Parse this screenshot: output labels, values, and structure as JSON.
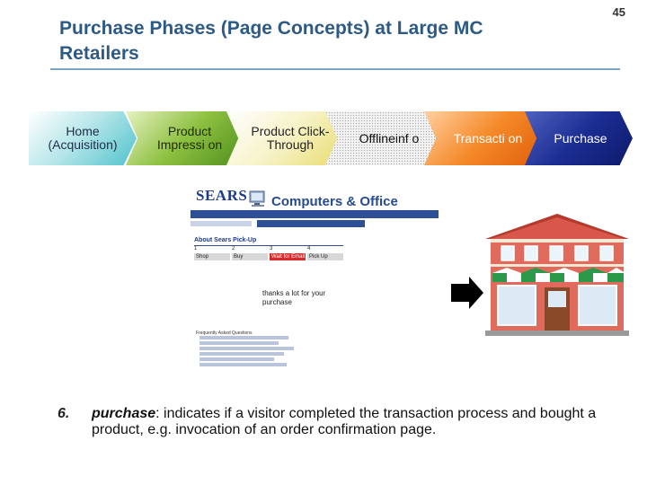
{
  "slide_number": "45",
  "title": "Purchase Phases (Page Concepts) at Large MC Retailers",
  "phases": [
    {
      "label": "Home (Acquisition)"
    },
    {
      "label": "Product Impressi on"
    },
    {
      "label": "Product Click-Through"
    },
    {
      "label": "Offlineinf o"
    },
    {
      "label": "Transacti on"
    },
    {
      "label": "Purchase"
    }
  ],
  "screenshot": {
    "logo": "SEARS",
    "category": "Computers & Office",
    "breadcrumb": "About Sears Pick-Up",
    "steps": [
      {
        "num": "1",
        "label": "Shop"
      },
      {
        "num": "2",
        "label": "Buy"
      },
      {
        "num": "3",
        "label": "Wait for Email"
      },
      {
        "num": "4",
        "label": "Pick Up"
      }
    ],
    "thanks": "thanks a lot for your purchase",
    "faq_heading": "Frequently Asked Questions"
  },
  "bullet": {
    "number": "6.",
    "term": "purchase",
    "text": ": indicates if a visitor completed the transaction process and bought a product, e.g. invocation of an order confirmation page."
  },
  "colors": {
    "title": "#2d5a85",
    "home": "#4fc3cb",
    "impression": "#8dc040",
    "clickthrough": "#e8dc6a",
    "offline": "#a8a8a8",
    "transaction": "#f58a2a",
    "purchase": "#1b2d92"
  }
}
